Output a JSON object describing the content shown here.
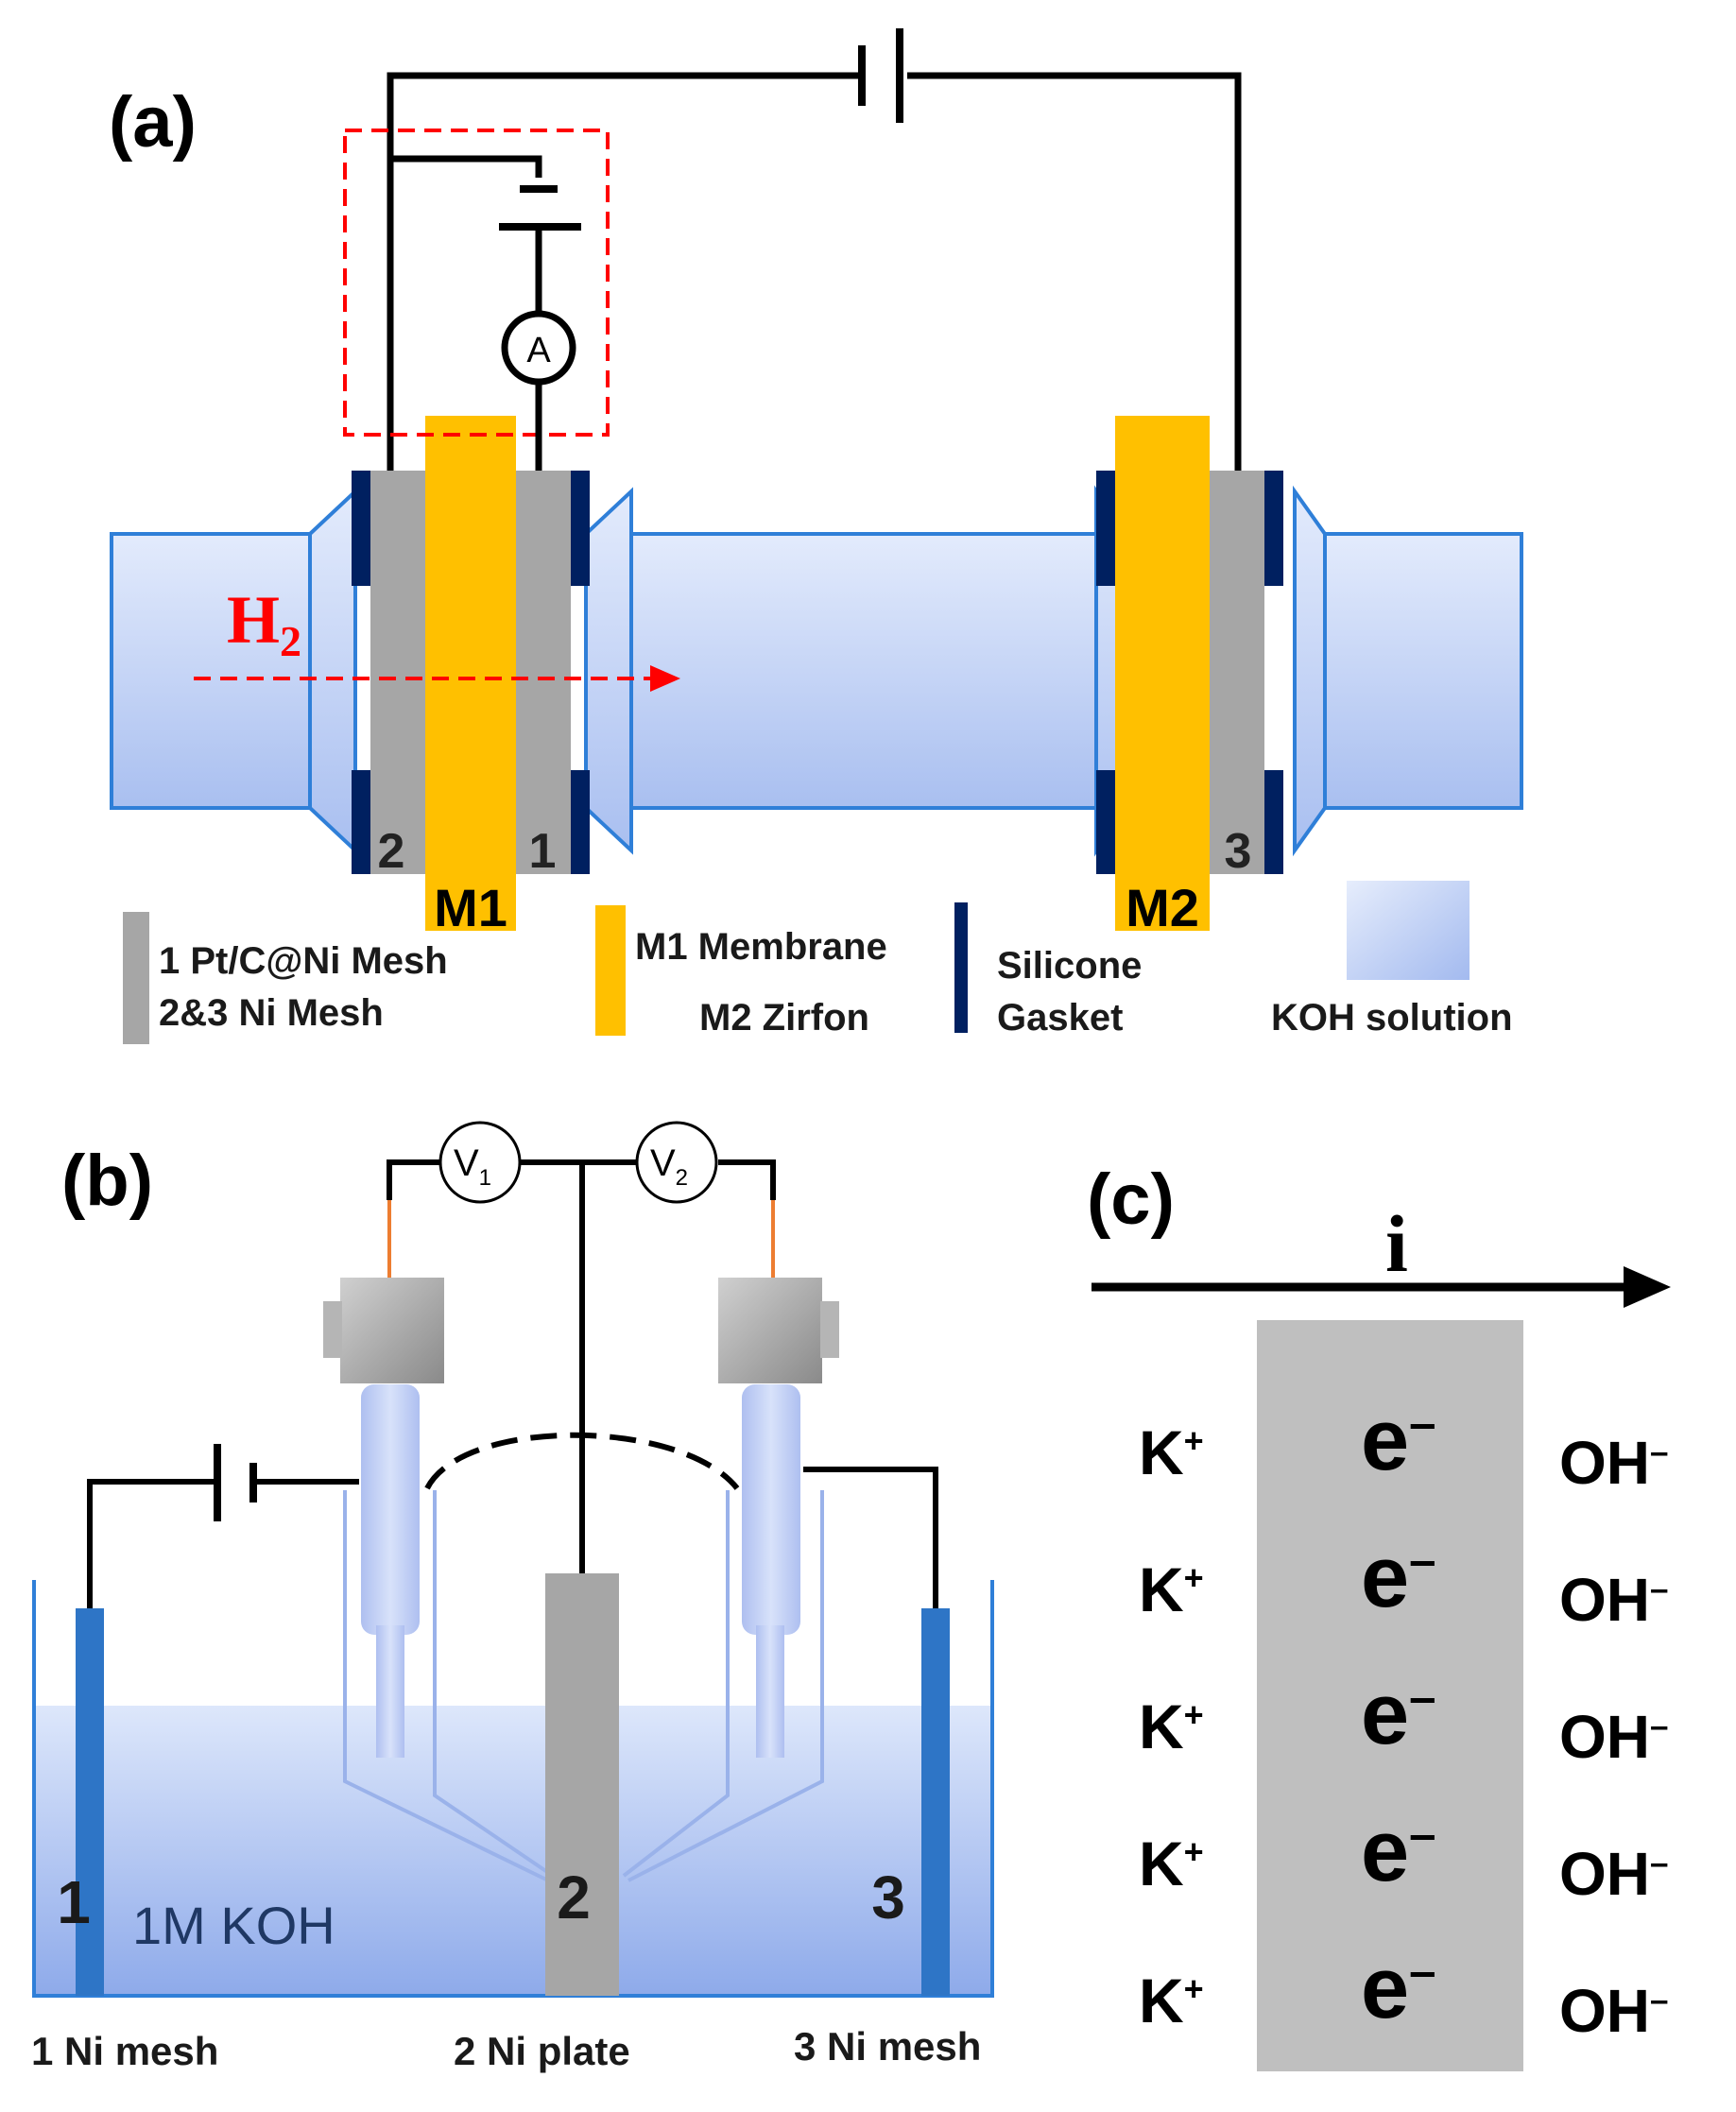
{
  "panel_a": {
    "label": "(a)",
    "gas": "H",
    "gas_sub": "2",
    "ammeter": "A",
    "mesh_numbers": [
      "2",
      "1",
      "3"
    ],
    "membranes": [
      "M1",
      "M2"
    ],
    "legend": {
      "mesh_line1": "1 Pt/C@Ni Mesh",
      "mesh_line2": "2&3 Ni Mesh",
      "membrane_line1": "M1 Membrane",
      "membrane_line2": "M2 Zirfon",
      "gasket_line1": "Silicone",
      "gasket_line2": "Gasket",
      "solution": "KOH solution"
    }
  },
  "panel_b": {
    "label": "(b)",
    "voltmeter1": "V",
    "voltmeter1_sub": "1",
    "voltmeter2": "V",
    "voltmeter2_sub": "2",
    "electrode_numbers": [
      "1",
      "2",
      "3"
    ],
    "electrolyte": "1M KOH",
    "captions": [
      "1 Ni mesh",
      "2 Ni plate",
      "3 Ni mesh"
    ]
  },
  "panel_c": {
    "label": "(c)",
    "current": "i",
    "cation": "K",
    "cation_charge": "+",
    "electron": "e",
    "electron_charge": "–",
    "anion": "OH",
    "anion_charge": "–",
    "rows": 5
  },
  "colors": {
    "koh_light": "#dfe8fb",
    "koh_dark": "#9db5ee",
    "mesh_gray": "#a6a6a6",
    "membrane_yellow": "#ffc000",
    "gasket_navy": "#002060",
    "dashed_red": "#ff0000",
    "electrode_blue": "#2e75c6",
    "lead_orange": "#ed7d31"
  }
}
